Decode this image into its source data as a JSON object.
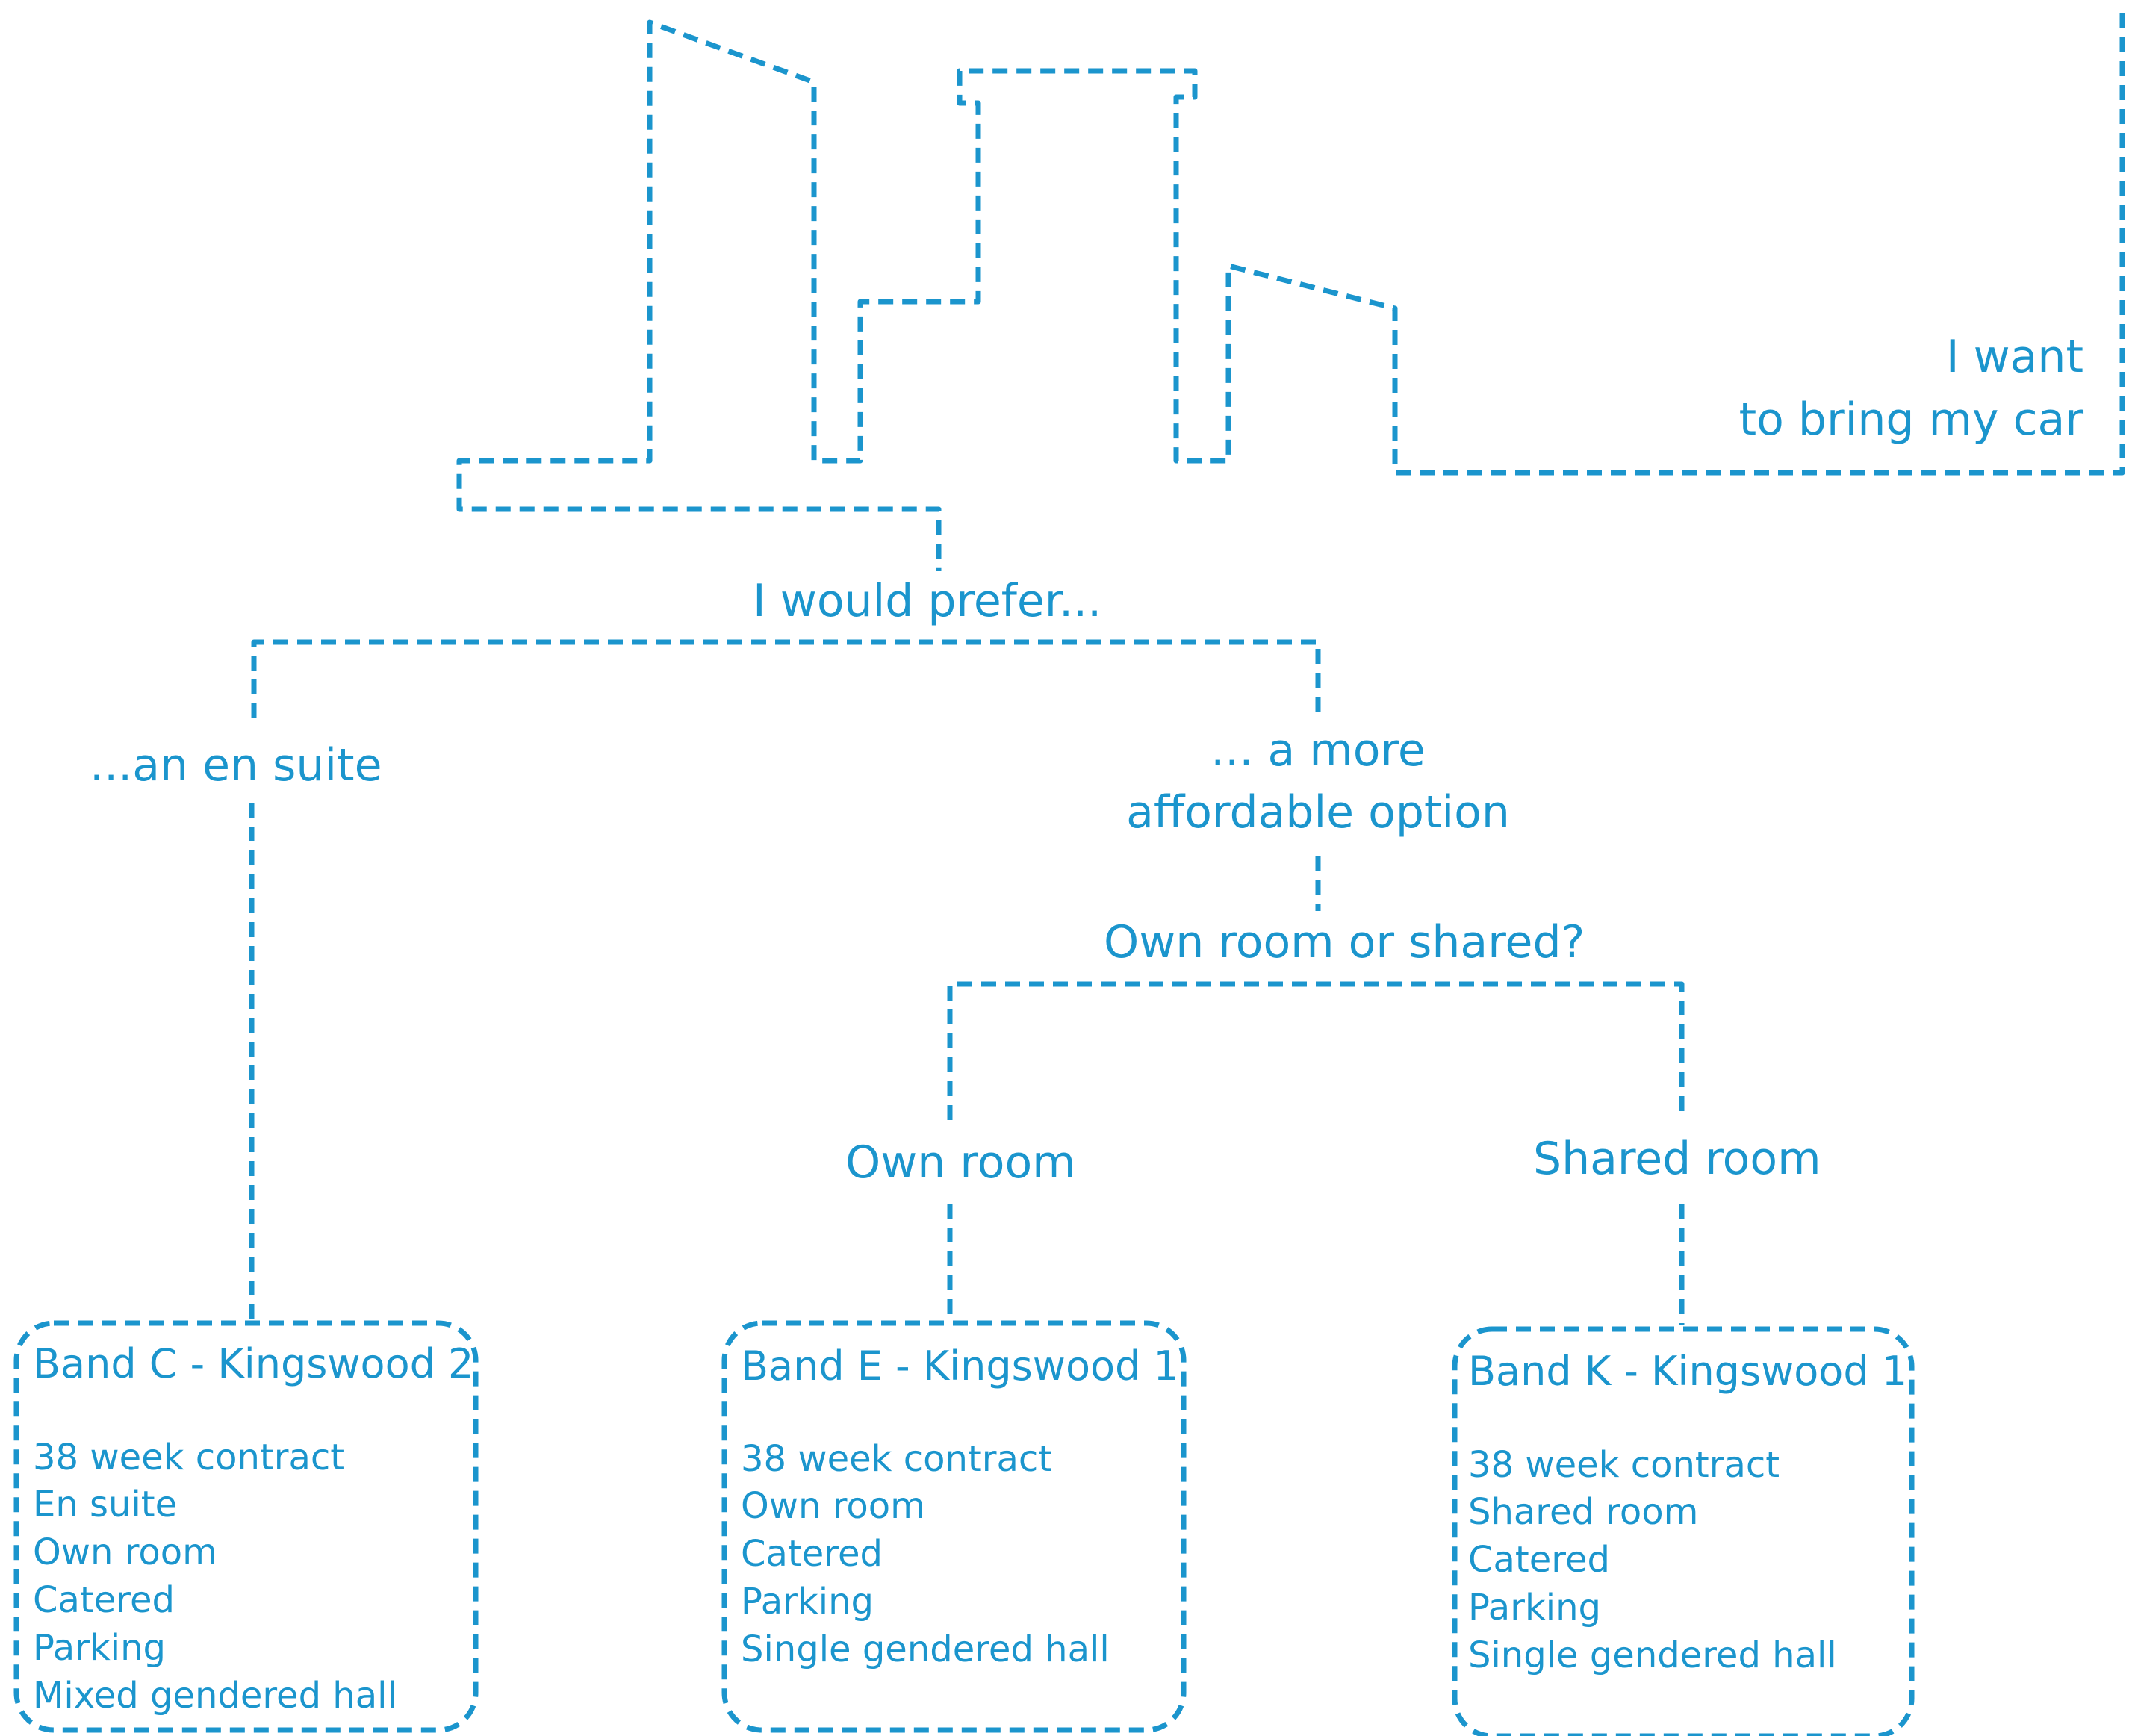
{
  "diagram": {
    "accent_color": "#1b95cd",
    "line_style": "dashed",
    "start_node": {
      "lines": [
        "I want",
        "to bring my car"
      ]
    },
    "question_1": {
      "text": "I would prefer..."
    },
    "branch_en_suite": {
      "text": "...an en suite"
    },
    "branch_affordable": {
      "lines": [
        "... a more",
        "affordable option"
      ]
    },
    "question_2": {
      "text": "Own room or shared?"
    },
    "branch_own_room": {
      "text": "Own room"
    },
    "branch_shared_room": {
      "text": "Shared room"
    },
    "results": [
      {
        "title": "Band C - Kingswood 2",
        "items": [
          "38 week contract",
          "En suite",
          "Own room",
          "Catered",
          "Parking",
          "Mixed gendered hall"
        ]
      },
      {
        "title": "Band E - Kingswood 1",
        "items": [
          "38 week contract",
          "Own room",
          "Catered",
          "Parking",
          "Single gendered hall"
        ]
      },
      {
        "title": "Band K - Kingswood 1",
        "items": [
          "38 week contract",
          "Shared room",
          "Catered",
          "Parking",
          "Single gendered hall"
        ]
      }
    ]
  }
}
